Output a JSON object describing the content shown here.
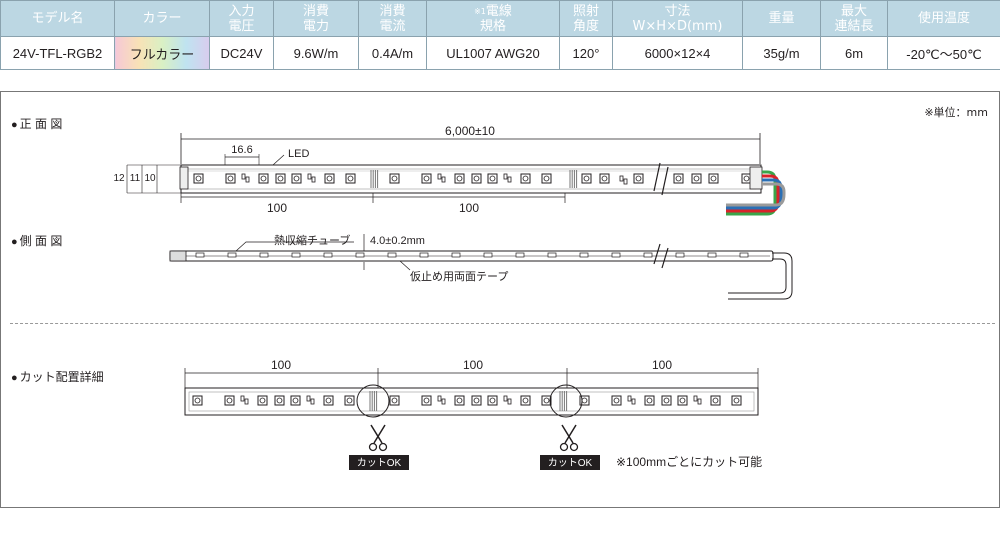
{
  "spec_table": {
    "headers": [
      {
        "lines": [
          "モデル名"
        ]
      },
      {
        "lines": [
          "カラー"
        ]
      },
      {
        "lines": [
          "入力",
          "電圧"
        ]
      },
      {
        "lines": [
          "消費",
          "電力"
        ]
      },
      {
        "lines": [
          "消費",
          "電流"
        ]
      },
      {
        "note": "※1",
        "lines": [
          "電線",
          "規格"
        ]
      },
      {
        "lines": [
          "照射",
          "角度"
        ]
      },
      {
        "lines": [
          "寸法",
          "W×H×D(mm)"
        ]
      },
      {
        "lines": [
          "重量"
        ]
      },
      {
        "lines": [
          "最大",
          "連結長"
        ]
      },
      {
        "lines": [
          "使用温度"
        ]
      }
    ],
    "row": [
      "24V-TFL-RGB2",
      "フルカラー",
      "DC24V",
      "9.6W/m",
      "0.4A/m",
      "UL1007 AWG20",
      "120°",
      "6000×12×4",
      "35g/m",
      "6m",
      "-20℃〜50℃"
    ]
  },
  "unit_note": "※単位：mm",
  "front_view": {
    "label": "正 面 図",
    "total_length": "6,000±10",
    "pitch_label": "16.6",
    "led_label": "LED",
    "height_labels": [
      "12",
      "11",
      "10"
    ],
    "segment_labels": [
      "100",
      "100"
    ]
  },
  "side_view": {
    "label": "側 面 図",
    "tube_label": "熱収縮チューブ",
    "thickness_label": "4.0±0.2mm",
    "tape_label": "仮止め用両面テープ"
  },
  "cut_detail": {
    "label": "カット配置詳細",
    "segment_labels": [
      "100",
      "100",
      "100"
    ],
    "cut_ok_labels": [
      "カットOK",
      "カットOK"
    ],
    "note": "※100mmごとにカット可能"
  },
  "wire_colors": [
    "#3aa54a",
    "#d8232a",
    "#2a6fb5",
    "#9a9a9a"
  ]
}
